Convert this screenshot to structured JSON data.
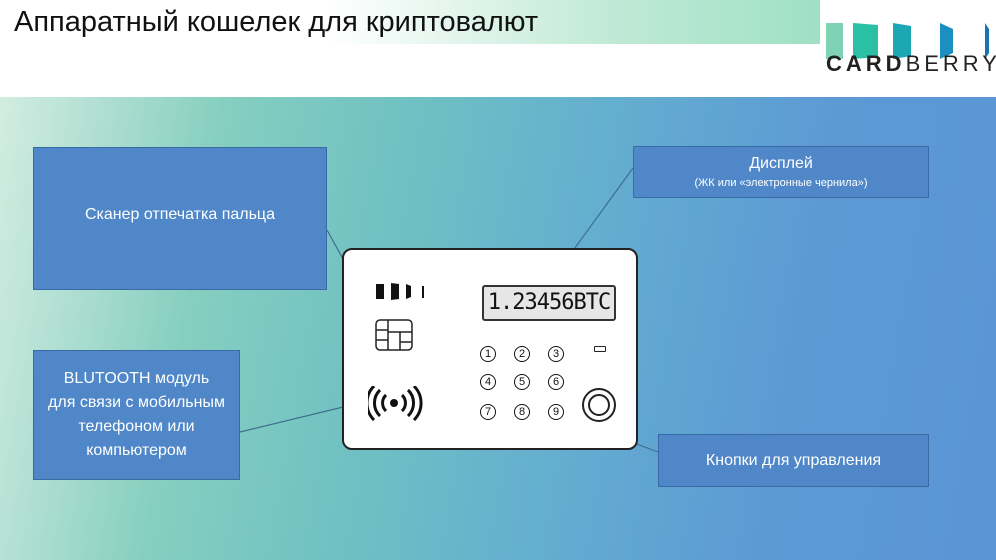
{
  "header": {
    "title": "Аппаратный кошелек для криптовалют",
    "logo_bold": "CARD",
    "logo_light": "BERRY"
  },
  "labels": {
    "fingerprint": "Сканер отпечатка пальца",
    "display_title": "Дисплей",
    "display_sub": "(ЖК или «электронные чернила»)",
    "bluetooth": "BLUTOOTH модуль для связи с мобильным телефоном или компьютером",
    "buttons": "Кнопки для управления"
  },
  "card": {
    "display_value": "1.23456BTC",
    "keys": [
      "1",
      "2",
      "3",
      "4",
      "5",
      "6",
      "7",
      "8",
      "9"
    ]
  }
}
